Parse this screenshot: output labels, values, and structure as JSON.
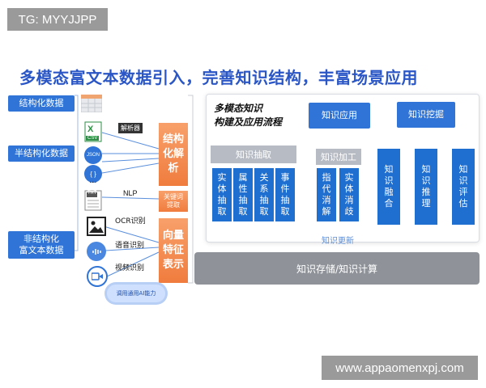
{
  "watermark_top": "TG: MYYJJPP",
  "watermark_bottom": "www.appaomenxpj.com",
  "headline": "多模态富文本数据引入，完善知识结构，丰富场景应用",
  "sources": {
    "structured": "结构化数据",
    "semi_structured": "半结构化数据",
    "unstructured": "非结构化\n富文本数据"
  },
  "file_labels": {
    "csv": "CSV",
    "json": "JSON",
    "brackets": "{ }",
    "ellipsis": "...",
    "txt": "TXT"
  },
  "parser_label": "解析器",
  "structured_parse": "结构\n化解\n析",
  "methods": {
    "nlp": "NLP",
    "ocr": "OCR识别",
    "speech": "语音识别",
    "video": "视频识别"
  },
  "keyword_extract": "关键词\n提取",
  "vector_repr": "向量\n特征\n表示",
  "ai_cloud": "调用通用AI能力",
  "process_title": "多模态知识\n构建及应用流程",
  "extraction_header": "知识抽取",
  "extraction_items": [
    "实\n体\n抽\n取",
    "属\n性\n抽\n取",
    "关\n系\n抽\n取",
    "事\n件\n抽\n取"
  ],
  "processing_header": "知识加工",
  "processing_items": [
    "指\n代\n消\n解",
    "实\n体\n消\n歧"
  ],
  "fusion": "知\n识\n融\n合",
  "reasoning": "知\n识\n推\n理",
  "evaluation": "知\n识\n评\n估",
  "application": "知识应用",
  "mining": "知识挖掘",
  "update": "知识更新",
  "storage": "知识存储/知识计算",
  "colors": {
    "primary_blue": "#1f6fd1",
    "headline_blue": "#2a56c6",
    "orange": "#f07c3e",
    "gray": "#b7bcc4"
  }
}
